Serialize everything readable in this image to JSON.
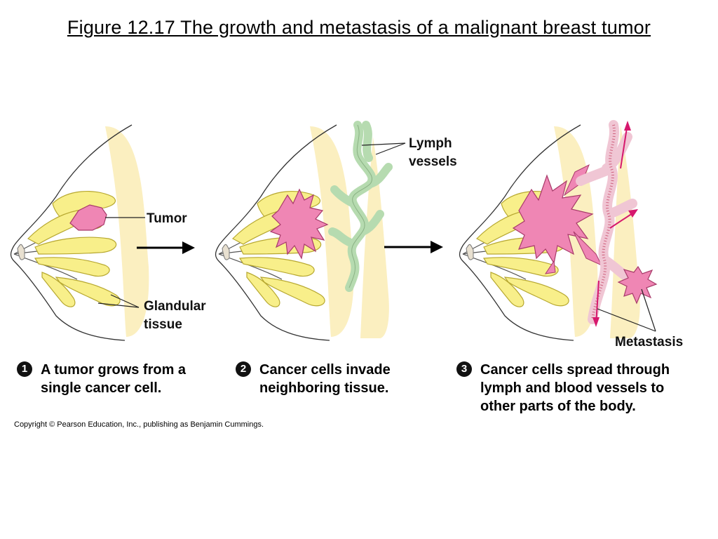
{
  "title": "Figure 12.17  The growth and metastasis of a malignant breast tumor",
  "labels": {
    "tumor": "Tumor",
    "glandular_line1": "Glandular",
    "glandular_line2": "tissue",
    "lymph_line1": "Lymph",
    "lymph_line2": "vessels",
    "metastasis": "Metastasis"
  },
  "steps": [
    {
      "number": "1",
      "line1": "A tumor grows from a",
      "line2": "single cancer cell."
    },
    {
      "number": "2",
      "line1": "Cancer cells invade",
      "line2": "neighboring tissue."
    },
    {
      "number": "3",
      "line1": "Cancer cells spread through",
      "line2": "lymph and blood vessels to",
      "line3": "other parts of the body."
    }
  ],
  "copyright": "Copyright © Pearson Education, Inc., publishing as Benjamin Cummings.",
  "colors": {
    "fat_tissue": "#fbefc0",
    "glands": "#f8ef8a",
    "tumor": "#ef86b4",
    "lymph": "#b6dbb0",
    "blood": "#f0c6d4",
    "arrow_magenta": "#d6186d"
  }
}
